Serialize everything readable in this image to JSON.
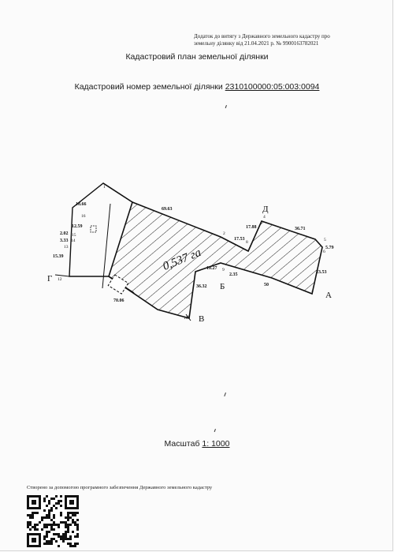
{
  "header": {
    "annex_line1": "Додаток до витягу з Державного земельного кадастру про",
    "annex_line2": "земельну ділянку від 21.04.2021 р. № 9900163782021"
  },
  "title": "Кадастровий план земельної ділянки",
  "cadastral": {
    "label": "Кадастровий номер земельної ділянки",
    "number": "2310100000:05:003:0094"
  },
  "plan": {
    "area_handwritten": "0,537 га",
    "neighbors": [
      "А",
      "Б",
      "В",
      "Г",
      "Д"
    ],
    "points": [
      "1",
      "2",
      "4",
      "5",
      "6",
      "7",
      "8",
      "9",
      "11",
      "12",
      "13",
      "14",
      "15",
      "16"
    ],
    "lengths": [
      "18.66",
      "69.63",
      "12.59",
      "2.02",
      "3.33",
      "15.39",
      "17.88",
      "36.71",
      "5.79",
      "17.53",
      "23.53",
      "10.27",
      "2.35",
      "50",
      "36.32",
      "70.06"
    ]
  },
  "scale": {
    "label": "Масштаб",
    "value": "1: 1000"
  },
  "footer": "Створено за допомогою програмного забезпечення Державного земельного кадастру"
}
